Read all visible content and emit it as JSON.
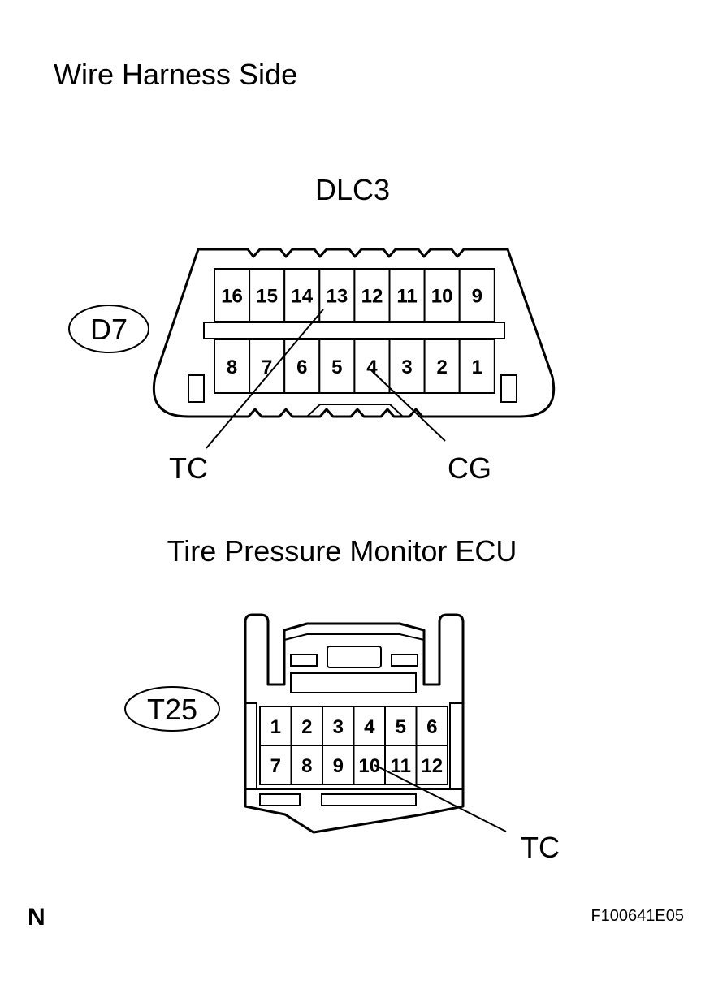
{
  "heading": "Wire Harness Side",
  "dlc3": {
    "title": "DLC3",
    "connector_id": "D7",
    "top_row_pins": [
      "16",
      "15",
      "14",
      "13",
      "12",
      "11",
      "10",
      "9"
    ],
    "bottom_row_pins": [
      "8",
      "7",
      "6",
      "5",
      "4",
      "3",
      "2",
      "1"
    ],
    "callouts": [
      {
        "label": "TC",
        "pin": "13"
      },
      {
        "label": "CG",
        "pin": "4"
      }
    ]
  },
  "ecu": {
    "title": "Tire Pressure Monitor ECU",
    "connector_id": "T25",
    "top_row_pins": [
      "1",
      "2",
      "3",
      "4",
      "5",
      "6"
    ],
    "bottom_row_pins": [
      "7",
      "8",
      "9",
      "10",
      "11",
      "12"
    ],
    "callouts": [
      {
        "label": "TC",
        "pin": "10"
      }
    ]
  },
  "footer": {
    "view_letter": "N",
    "figure_code": "F100641E05"
  }
}
